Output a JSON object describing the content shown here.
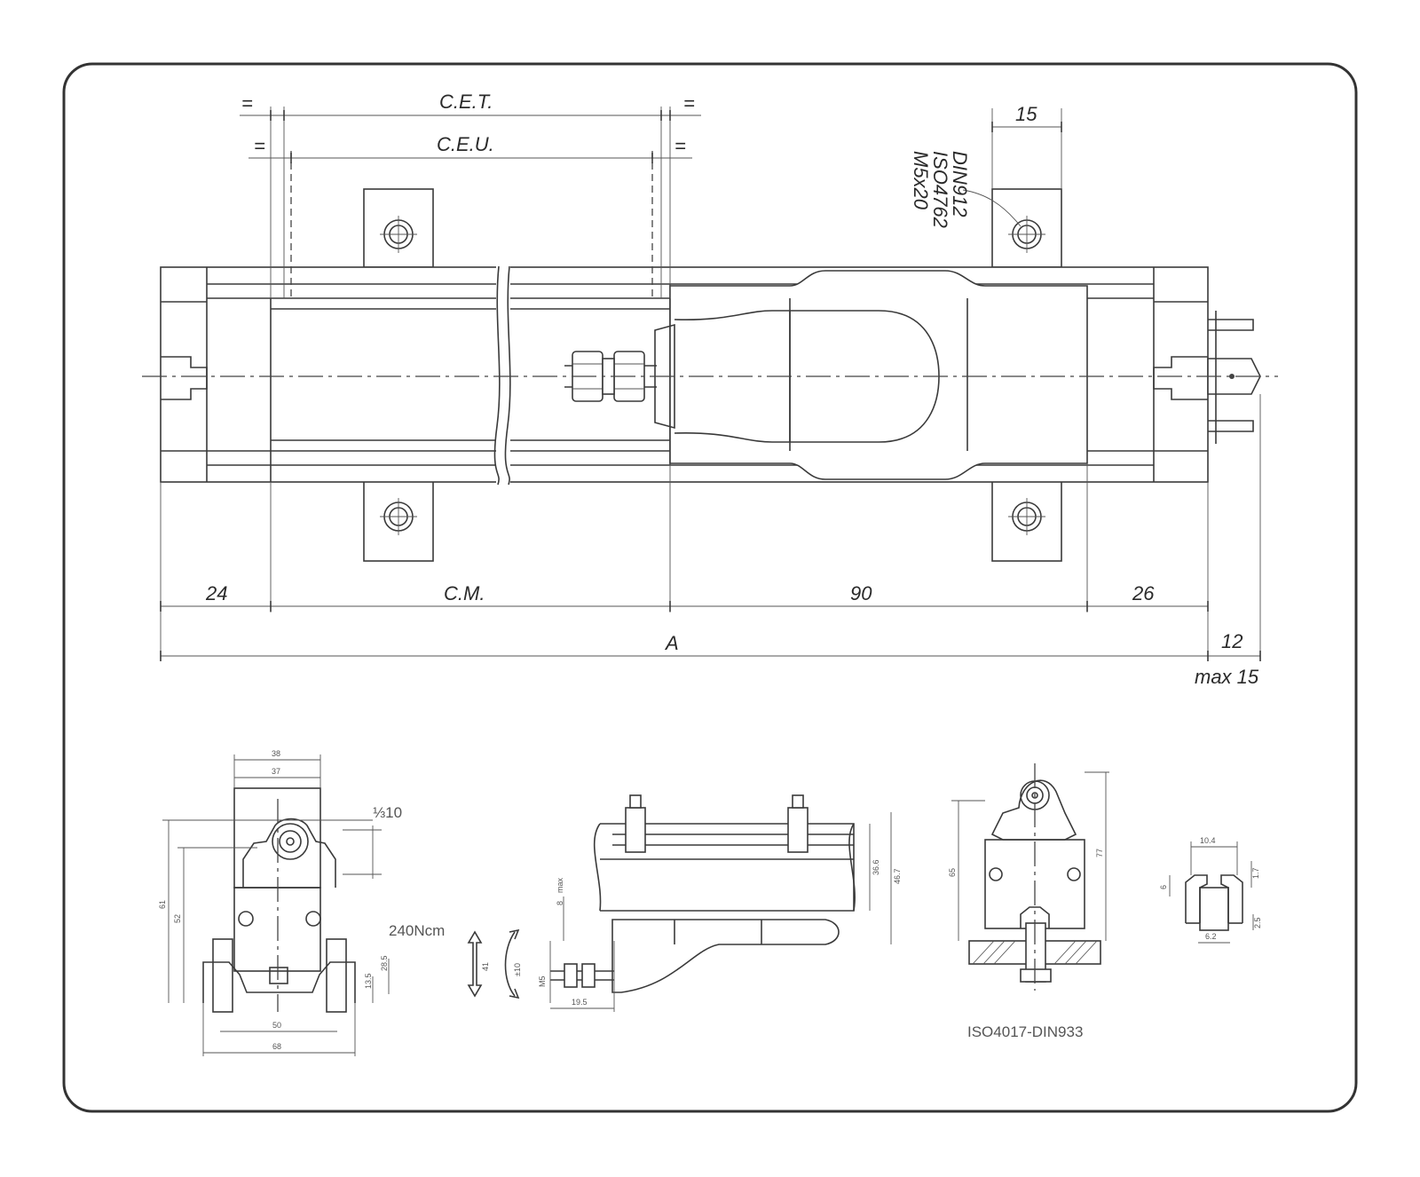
{
  "top_view": {
    "dim_cet": "C.E.T.",
    "dim_ceu": "C.E.U.",
    "equal_mark": "=",
    "dim_15_top": "15",
    "screw_spec": [
      "M5x20",
      "ISO4762",
      "DIN912"
    ],
    "dim_24": "24",
    "dim_cm": "C.M.",
    "dim_90": "90",
    "dim_26": "26",
    "dim_a": "A",
    "dim_12": "12",
    "dim_max15": "max  15"
  },
  "detail_views": {
    "section1": {
      "dim_38": "38",
      "dim_37": "37",
      "dim_10": "⅓10",
      "dim_61": "61",
      "dim_52": "52",
      "torque": "240Ncm",
      "dim_28": "28.5",
      "dim_13": "13.5",
      "dim_50": "50",
      "dim_68": "68"
    },
    "side_view": {
      "dim_max": "max",
      "dim_8": "8",
      "dim_41": "41",
      "dim_10s": "±10",
      "dim_19": "19.5",
      "dim_36": "36.6",
      "dim_46": "46.7",
      "dim_m5": "M5"
    },
    "section2": {
      "dim_left": "65",
      "dim_right": "77",
      "bolt_spec": "ISO4017-DIN933"
    },
    "rail_profile": {
      "dim_104": "10.4",
      "dim_6": "6",
      "dim_17": "1.7",
      "dim_62": "6.2",
      "dim_25": "2.5"
    }
  }
}
